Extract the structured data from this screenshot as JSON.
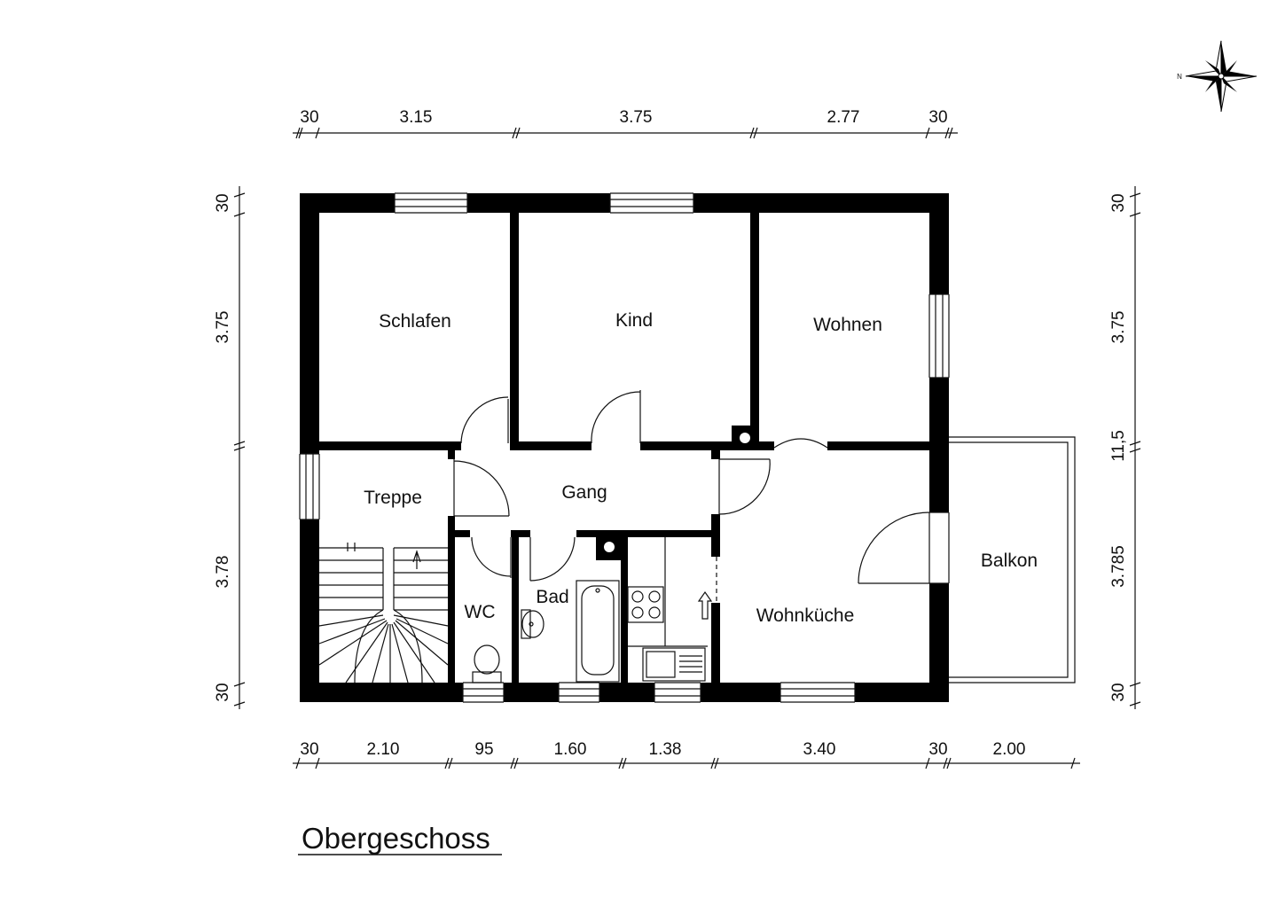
{
  "title": "Obergeschoss",
  "compass": {
    "label": "N"
  },
  "rooms": {
    "schlafen": "Schlafen",
    "kind": "Kind",
    "wohnen": "Wohnen",
    "treppe": "Treppe",
    "gang": "Gang",
    "wc": "WC",
    "bad": "Bad",
    "wohnkueche": "Wohnküche",
    "balkon": "Balkon"
  },
  "dimensions": {
    "top": [
      "30",
      "3.15",
      "3.75",
      "2.77",
      "30"
    ],
    "bottom": [
      "30",
      "2.10",
      "95",
      "1.60",
      "1.38",
      "3.40",
      "30",
      "2.00"
    ],
    "left": [
      "30",
      "3.75",
      "3.78",
      "30"
    ],
    "right": [
      "30",
      "3.75",
      "11,5",
      "3.785",
      "30"
    ]
  }
}
